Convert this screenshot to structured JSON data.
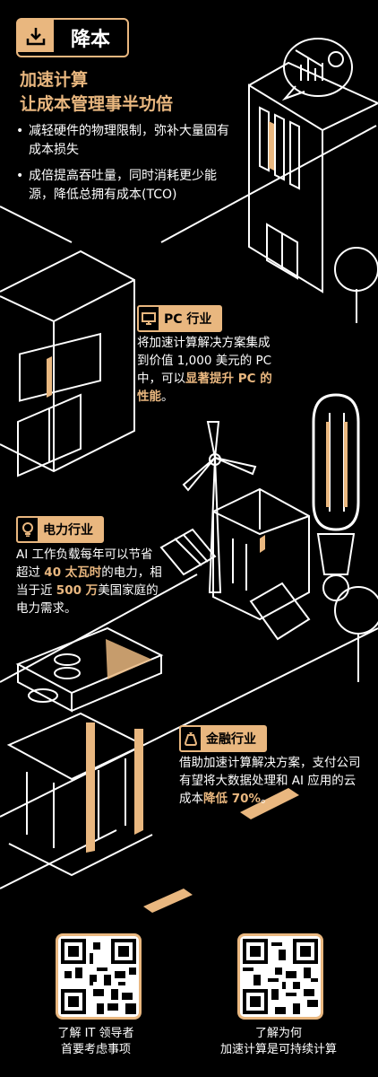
{
  "header": {
    "badge_label": "降本",
    "badge_icon": "cost-down-icon"
  },
  "headline": {
    "line1": "加速计算",
    "line2": "让成本管理事半功倍"
  },
  "points": [
    "减轻硬件的物理限制，弥补大量固有成本损失",
    "成倍提高吞吐量，同时消耗更少能源，降低总拥有成本(TCO)"
  ],
  "pc_section": {
    "tag_label": "PC 行业",
    "icon": "monitor-icon",
    "text_a": "将加速计算解决方案集成到价值 1,000 美元的 PC 中，可以",
    "text_highlight": "显著提升 PC 的性能",
    "text_end": "。"
  },
  "power_section": {
    "tag_label": "电力行业",
    "icon": "lightbulb-icon",
    "text_a": "AI 工作负载每年可以节省超过 ",
    "highlight_1": "40 太瓦时",
    "text_b": "的电力，相当于近 ",
    "highlight_2": "500 万",
    "text_c": "美国家庭的电力需求。"
  },
  "finance_section": {
    "tag_label": "金融行业",
    "icon": "money-bag-icon",
    "text_a": "借助加速计算解决方案，支付公司有望将大数据处理和 AI 应用的云成本",
    "highlight": "降低 70%",
    "text_end": "。"
  },
  "qr_left": {
    "caption_1": "了解 IT 领导者",
    "caption_2": "首要考虑事项"
  },
  "qr_right": {
    "caption_1": "了解为何",
    "caption_2": "加速计算是可持续计算"
  },
  "colors": {
    "accent": "#e9b77f",
    "background": "#000000",
    "line": "#ffffff"
  }
}
